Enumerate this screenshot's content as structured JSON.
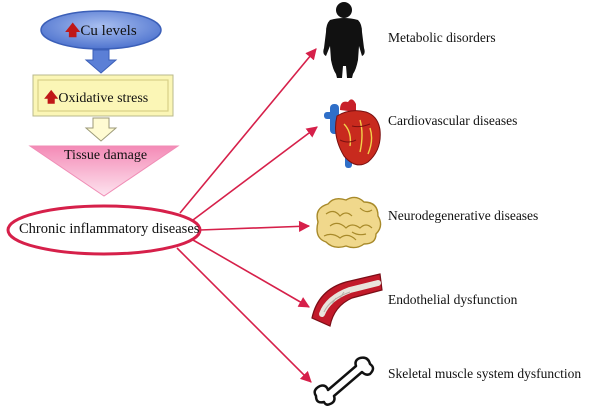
{
  "flow": {
    "cu_levels": "Cu levels",
    "oxidative_stress": "Oxidative stress",
    "tissue_damage": "Tissue damage",
    "central": "Chronic inflammatory diseases"
  },
  "diseases": [
    {
      "label": "Metabolic disorders",
      "icon": "obese-person-icon"
    },
    {
      "label": "Cardiovascular diseases",
      "icon": "heart-icon"
    },
    {
      "label": "Neurodegenerative diseases",
      "icon": "brain-icon"
    },
    {
      "label": "Endothelial dysfunction",
      "icon": "blood-vessel-icon"
    },
    {
      "label": "Skeletal muscle system dysfunction",
      "icon": "bone-icon"
    }
  ],
  "colors": {
    "arrow": "#d6204a",
    "ellipse_blue": "#5b7fd6",
    "yellow_box": "#fbf6b6",
    "triangle_pink": "#f7a9c8",
    "up_arrow": "#c01818"
  }
}
